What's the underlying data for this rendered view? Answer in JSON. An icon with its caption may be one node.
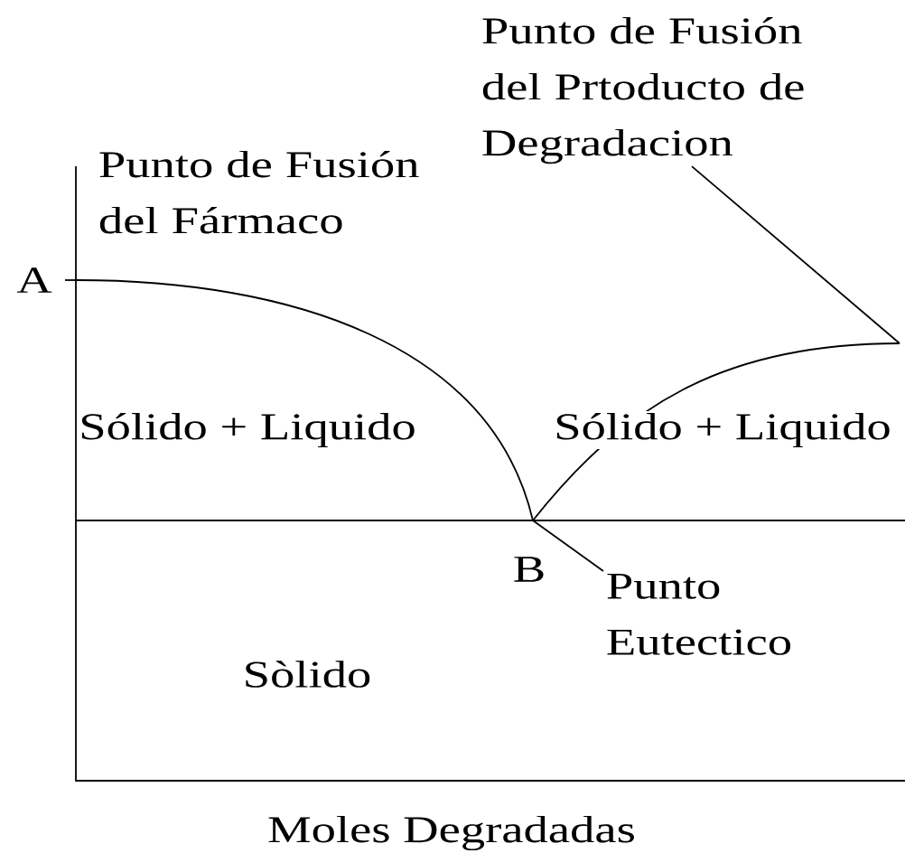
{
  "diagram": {
    "nodes": [
      {
        "text": [
          "Punto de Fusión del Prtoducto de Degradacion"
        ]
      },
      {
        "text": [
          "Punto Eutectico"
        ]
      },
      {
        "text": [],
        "shape": "curve"
      },
      {
        "text": [],
        "shape": "curve"
      }
    ],
    "edges": [
      {
        "from": 0,
        "to": 3,
        "arrow": "none"
      },
      {
        "from": 1,
        "to": 2,
        "arrow": "none"
      }
    ],
    "labels": [
      "Punto de Fusión del Fármaco",
      "A",
      "Sólido + Liquido",
      "Sólido + Liquido",
      "B",
      "Sòlido",
      "Moles Degradadas"
    ]
  }
}
